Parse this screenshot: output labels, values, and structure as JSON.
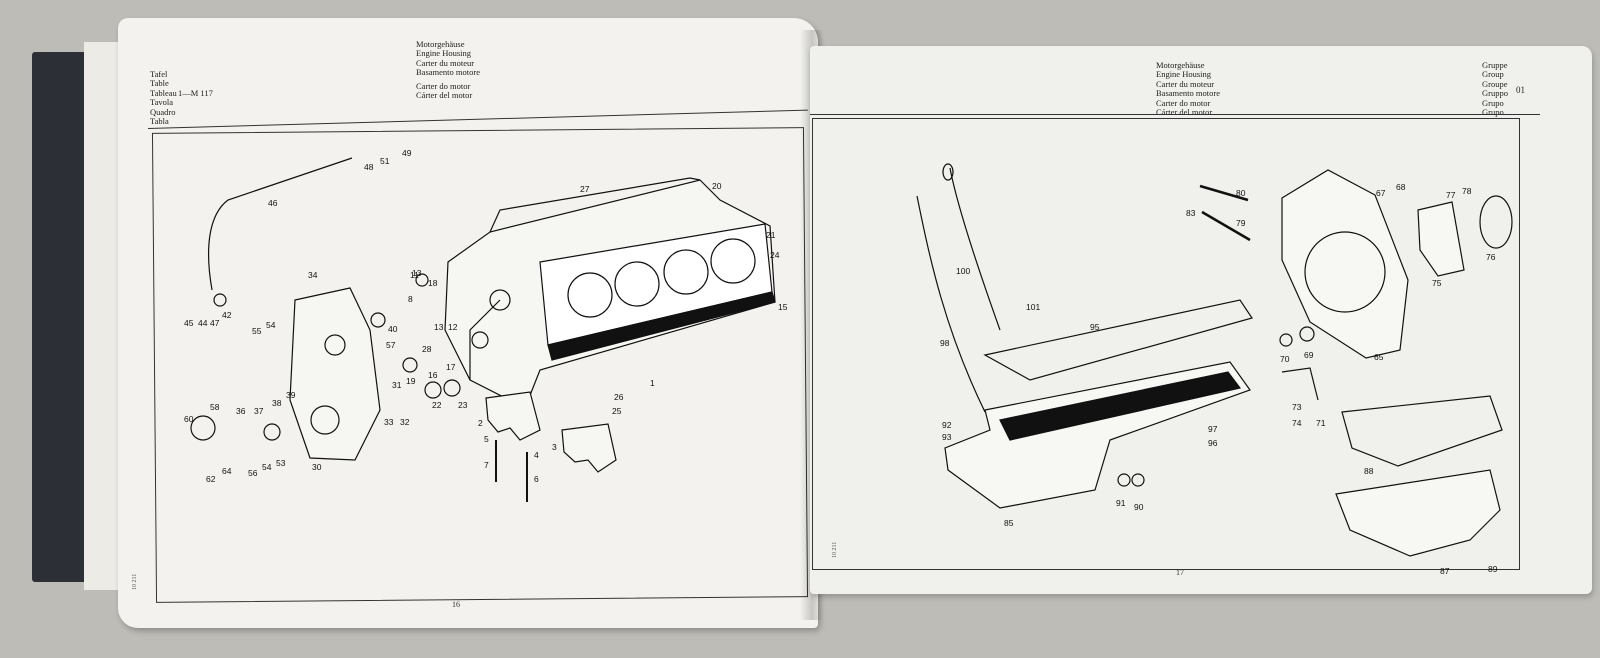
{
  "left_page": {
    "title_lines": [
      "Motorgehäuse",
      "Engine Housing",
      "Carter du moteur",
      "Basamento motore",
      "Carter do motor",
      "Cárter del motor"
    ],
    "plate_words": [
      "Tafel",
      "Table",
      "Tableau",
      "Tavola",
      "Quadro",
      "Tabla"
    ],
    "plate_code": "1—M 117",
    "page_number": "16",
    "side_code": "10 211"
  },
  "right_page": {
    "title_lines": [
      "Motorgehäuse",
      "Engine Housing",
      "Carter du moteur",
      "Basamento motore",
      "Carter do motor",
      "Cárter del motor"
    ],
    "group_words": [
      "Gruppe",
      "Group",
      "Groupe",
      "Gruppo",
      "Grupo",
      "Grupo"
    ],
    "group_code": "01",
    "page_number": "17",
    "side_code": "10 211"
  },
  "left_callouts": [
    "1",
    "2",
    "3",
    "4",
    "5",
    "6",
    "7",
    "8",
    "11",
    "12",
    "13",
    "13",
    "15",
    "16",
    "17",
    "18",
    "19",
    "20",
    "21",
    "22",
    "23",
    "24",
    "25",
    "26",
    "27",
    "28",
    "30",
    "31",
    "32",
    "33",
    "34",
    "36",
    "37",
    "38",
    "39",
    "40",
    "42",
    "44",
    "45",
    "46",
    "47",
    "48",
    "49",
    "51",
    "53",
    "54",
    "54",
    "55",
    "56",
    "57",
    "58",
    "60",
    "62",
    "64"
  ],
  "right_callouts": [
    "65",
    "67",
    "68",
    "69",
    "70",
    "71",
    "73",
    "74",
    "75",
    "76",
    "77",
    "78",
    "79",
    "80",
    "83",
    "85",
    "87",
    "88",
    "89",
    "90",
    "91",
    "92",
    "93",
    "95",
    "96",
    "97",
    "98",
    "100",
    "101"
  ],
  "colors": {
    "page": "#f3f2ee",
    "ink": "#111111",
    "cover": "#2d2f36",
    "background": "#bdbcb7"
  }
}
